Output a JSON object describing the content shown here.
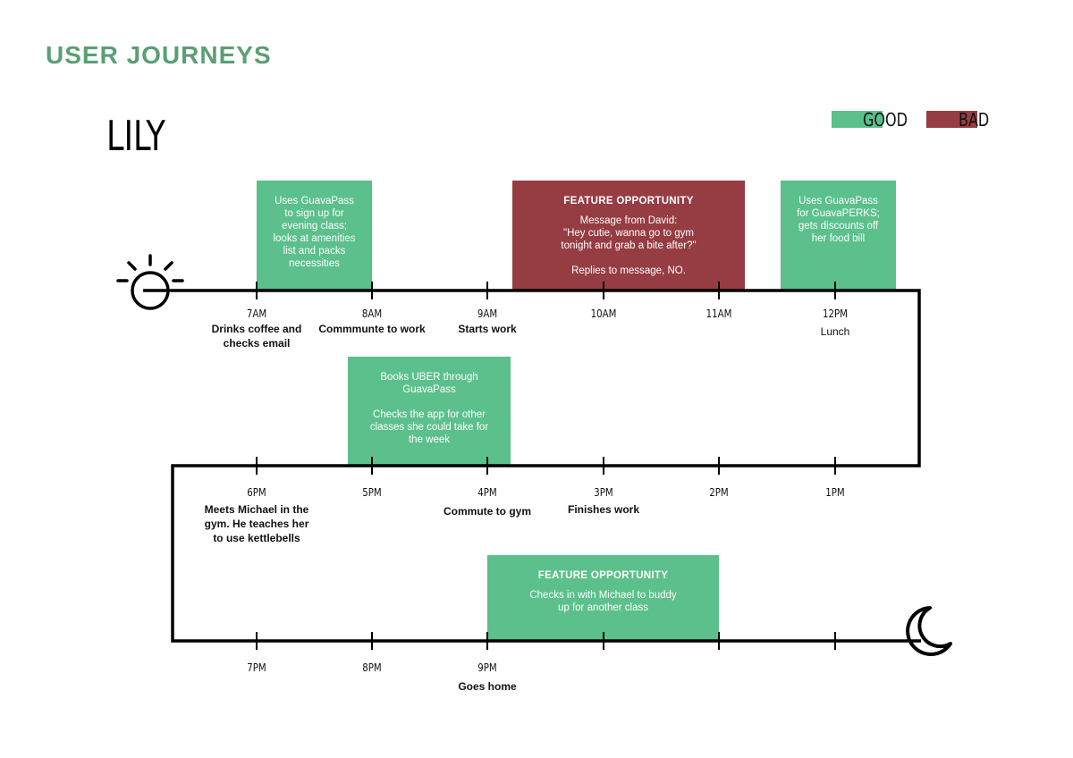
{
  "header": {
    "section_title": "USER JOURNEYS",
    "person": "LILY"
  },
  "legend": [
    {
      "label": "GOOD",
      "color": "#5bc08c"
    },
    {
      "label": "BAD",
      "color": "#963c43"
    }
  ],
  "icons": {
    "start": "sun-icon",
    "end": "moon-icon"
  },
  "rows": [
    {
      "times": [
        "7AM",
        "8AM",
        "9AM",
        "10AM",
        "11AM",
        "12PM"
      ],
      "descriptions": [
        "Drinks coffee and checks email",
        "Commmunte to work",
        "Starts work",
        "",
        "",
        "Lunch"
      ]
    },
    {
      "times": [
        "6PM",
        "5PM",
        "4PM",
        "3PM",
        "2PM",
        "1PM"
      ],
      "descriptions": [
        "Meets Michael in the gym. He teaches her to use kettlebells",
        "",
        "Commute to gym",
        "Finishes work",
        "",
        ""
      ]
    },
    {
      "times": [
        "7PM",
        "8PM",
        "9PM",
        "",
        "",
        ""
      ],
      "descriptions": [
        "",
        "",
        "Goes home",
        "",
        "",
        ""
      ]
    }
  ],
  "boxes": [
    {
      "type": "good",
      "heading": "",
      "text": "Uses GuavaPass\nto sign up for\nevening class;\nlooks at amenities\nlist and packs\nnecessities"
    },
    {
      "type": "bad",
      "heading": "FEATURE OPPORTUNITY",
      "text": "Message from David:\n\"Hey cutie, wanna go to gym\ntonight and grab a  bite after?\"\n\nReplies to message, NO."
    },
    {
      "type": "good",
      "heading": "",
      "text": "Uses GuavaPass\nfor GuavaPERKS;\ngets discounts off\nher food bill"
    },
    {
      "type": "good",
      "heading": "",
      "text": "Books UBER through\nGuavaPass\n\nChecks the app for other\nclasses she could take for\nthe week"
    },
    {
      "type": "good",
      "heading": "FEATURE OPPORTUNITY",
      "text": "Checks in with Michael to buddy\nup for  another class"
    }
  ]
}
